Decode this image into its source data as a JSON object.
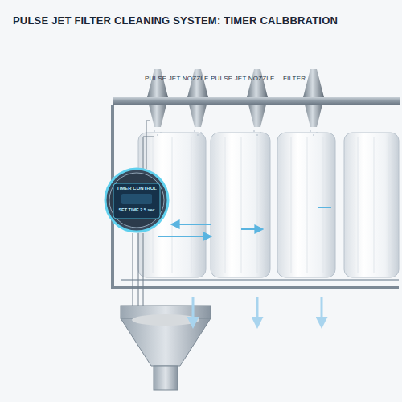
{
  "diagram": {
    "title": "PULSE JET FILTER CLEANING SYSTEM: TIMER CALBBRATION",
    "nodes": [
      {
        "text": [
          "TIMER CONTROL",
          "SET TIME 2.5 sec"
        ]
      }
    ],
    "labels": [
      "PULSE JET NOZZLE",
      "PULSE JET NOZZLE",
      "FILTER"
    ]
  }
}
